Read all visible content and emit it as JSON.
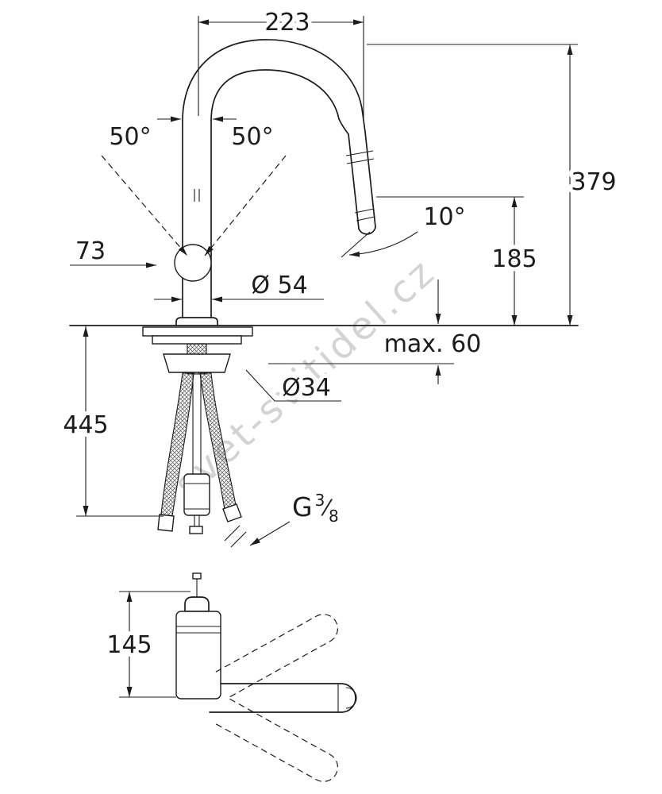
{
  "drawing": {
    "labels": {
      "spout_reach": "223",
      "swivel_left": "50°",
      "swivel_right": "50°",
      "handle_offset": "73",
      "body_diameter": "Ø 54",
      "spray_angle": "10°",
      "overall_height": "379",
      "outlet_height": "185",
      "deck_thickness": "max. 60",
      "hole_diameter": "Ø34",
      "hose_drop": "445",
      "base_height": "145"
    },
    "thread": {
      "prefix": "G",
      "numerator": "3",
      "slash": "⁄",
      "denominator": "8"
    },
    "watermark": "svet-svitidel.cz",
    "colors": {
      "line": "#1c1c1c",
      "watermark": "#c9c9c9",
      "background": "#ffffff"
    }
  }
}
